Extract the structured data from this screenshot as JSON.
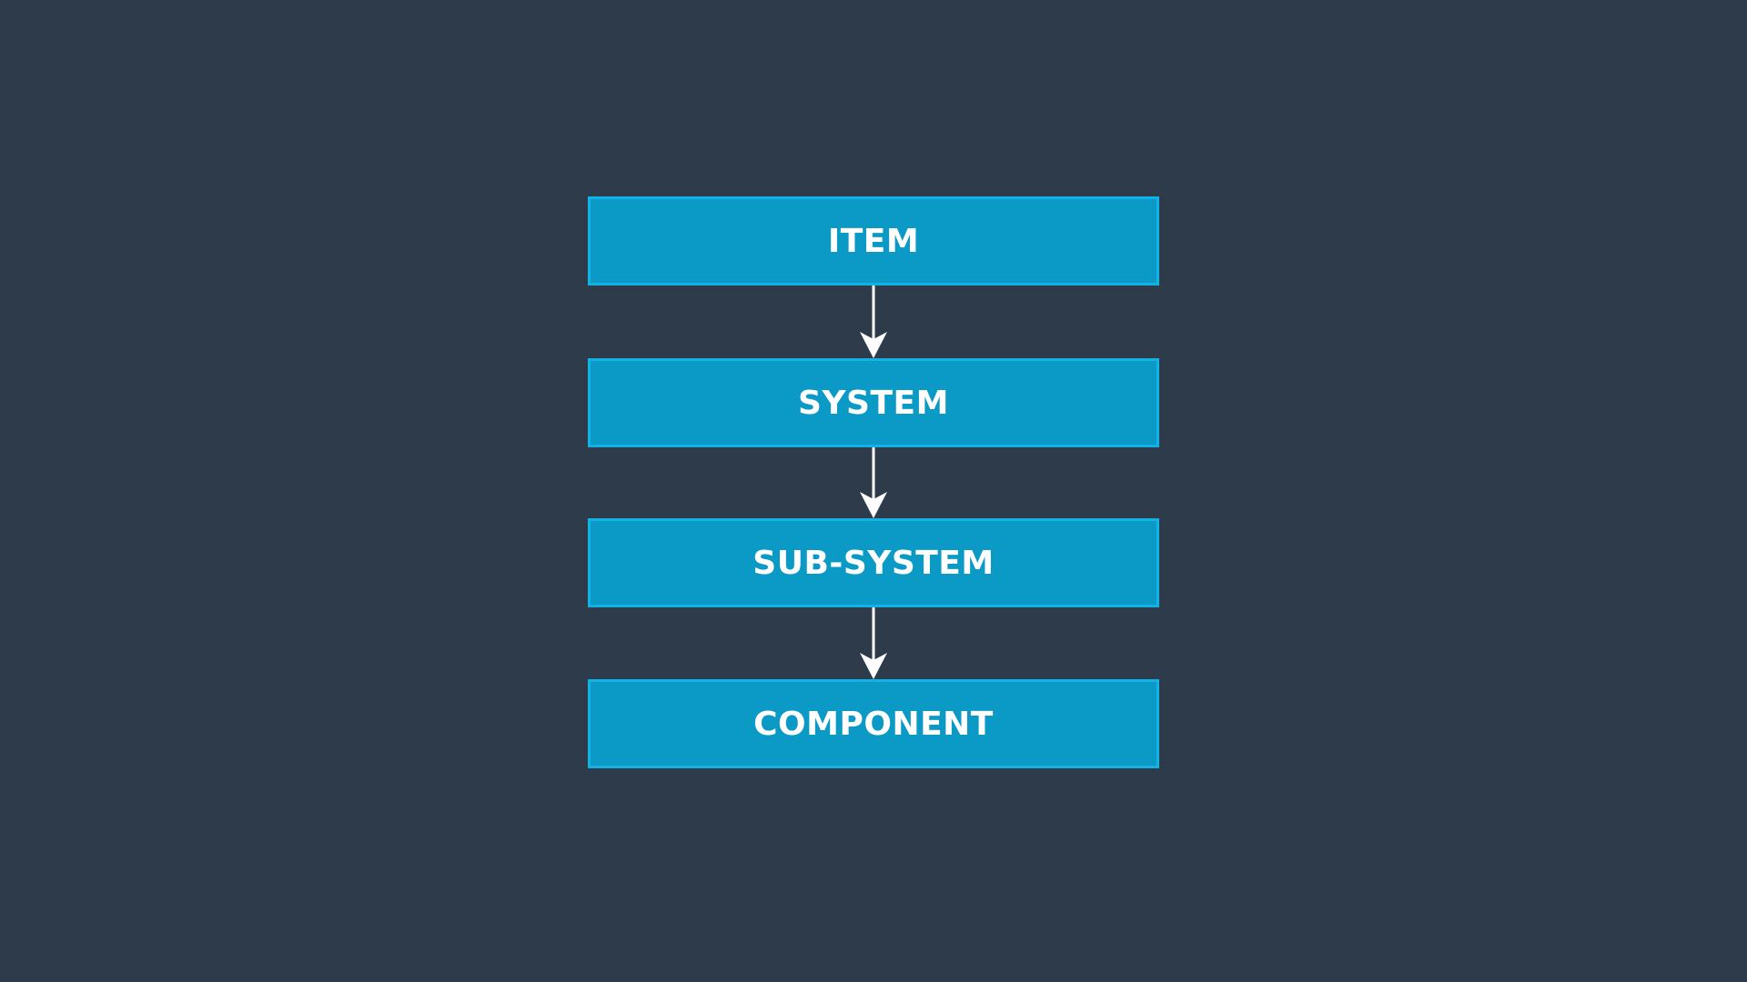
{
  "diagram": {
    "nodes": [
      {
        "id": "item",
        "label": "ITEM"
      },
      {
        "id": "system",
        "label": "SYSTEM"
      },
      {
        "id": "sub-system",
        "label": "SUB-SYSTEM"
      },
      {
        "id": "component",
        "label": "COMPONENT"
      }
    ],
    "edges": [
      {
        "from": "item",
        "to": "system"
      },
      {
        "from": "system",
        "to": "sub-system"
      },
      {
        "from": "sub-system",
        "to": "component"
      }
    ],
    "colors": {
      "background": "#2e3b4a",
      "box_fill": "#0b9ac6",
      "box_border": "#12b2e6",
      "text": "#ffffff",
      "arrow": "#ffffff"
    }
  }
}
